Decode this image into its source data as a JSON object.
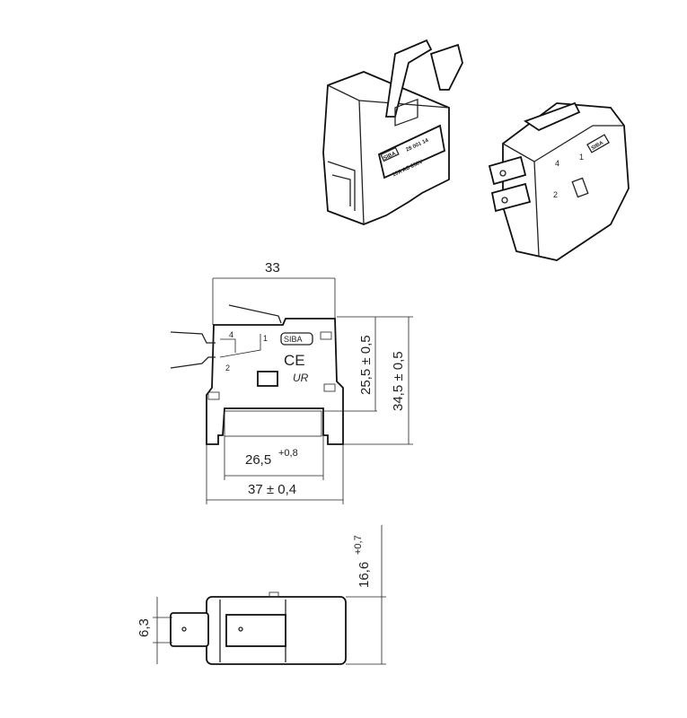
{
  "title": "Micro switch dimensional drawing",
  "iso_view": {
    "part_number": "28 001 14",
    "rating": "10A  AC 250V",
    "brand": "SIBA",
    "terminals": [
      "4",
      "1",
      "2"
    ]
  },
  "front_view": {
    "brand": "SIBA",
    "terminal_labels": {
      "t4": "4",
      "t1": "1",
      "t2": "2"
    },
    "marks": [
      "CE",
      "UR"
    ],
    "dimensions": {
      "width_top": "33",
      "height_inner": "25,5 ± 0,5",
      "height_total": "34,5 ± 0,5",
      "slot_width": "26,5",
      "slot_width_tol": "+0,8",
      "width_total": "37 ± 0,4"
    }
  },
  "side_view": {
    "dimensions": {
      "terminal_width": "6,3",
      "thickness": "16,6",
      "thickness_tol": "+0,7"
    }
  }
}
